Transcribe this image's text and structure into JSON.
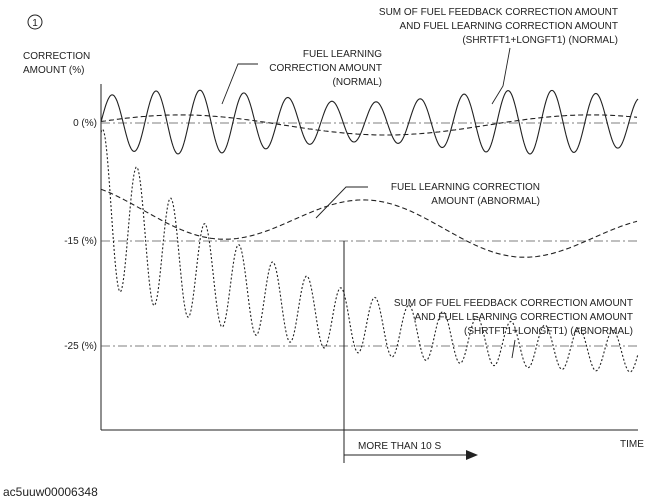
{
  "figure": {
    "number": "1",
    "code": "ac5uuw00006348"
  },
  "axes": {
    "y_label_line1": "CORRECTION",
    "y_label_line2": "AMOUNT (%)",
    "x_label": "TIME",
    "ticks": [
      "0 (%)",
      "-15 (%)",
      "-25 (%)"
    ]
  },
  "annotations": {
    "sum_normal": [
      "SUM OF FUEL FEEDBACK CORRECTION AMOUNT",
      "AND FUEL LEARNING CORRECTION AMOUNT",
      "(SHRTFT1+LONGFT1) (NORMAL)"
    ],
    "learning_normal": [
      "FUEL LEARNING",
      "CORRECTION AMOUNT",
      "(NORMAL)"
    ],
    "learning_abnormal": [
      "FUEL LEARNING CORRECTION",
      "AMOUNT (ABNORMAL)"
    ],
    "sum_abnormal": [
      "SUM OF FUEL FEEDBACK CORRECTION AMOUNT",
      "AND FUEL LEARNING CORRECTION AMOUNT",
      "(SHRTFT1+LONGFT1) (ABNORMAL)"
    ],
    "time_marker": "MORE THAN 10 S"
  },
  "colors": {
    "line": "#222222",
    "reference": "#555555"
  }
}
